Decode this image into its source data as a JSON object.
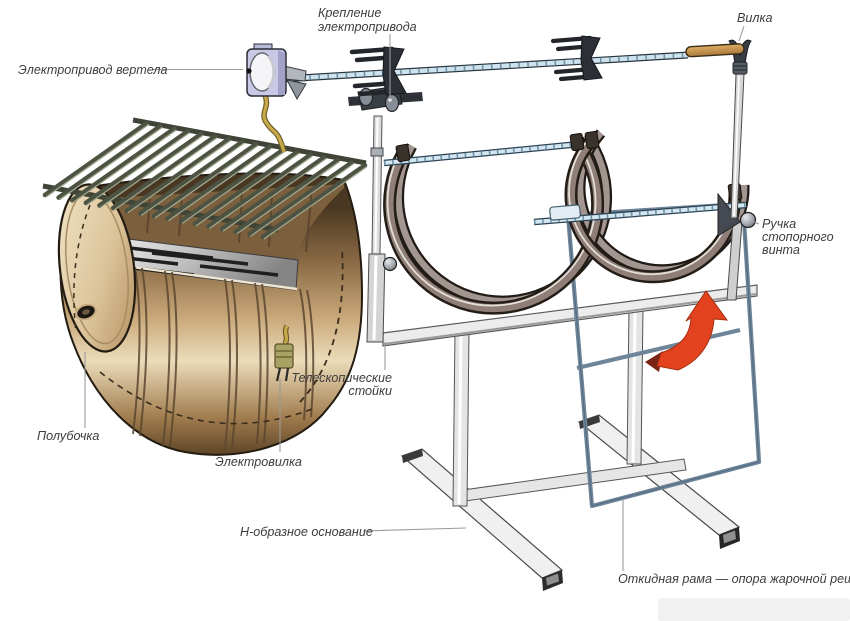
{
  "figure_type": "technical-diagram",
  "subject": "barrel-grill-with-electric-rotisserie",
  "labels": {
    "drive_mount_line1": "Крепление",
    "drive_mount_line2": "электропривода",
    "fork": "Вилка",
    "spit_drive": "Электропривод вертела",
    "lock_knob_line1": "Ручка",
    "lock_knob_line2": "стопорного",
    "lock_knob_line3": "винта",
    "telescopic_line1": "Телескопические",
    "telescopic_line2": "стойки",
    "half_barrel": "Полубочка",
    "power_plug": "Электровилка",
    "h_base": "Н-образное основание",
    "folding_frame": "Откидная рама — опора жарочной решётки"
  },
  "colors": {
    "background": "#ffffff",
    "label_text": "#3d3d3d",
    "leader_line": "#9b9b9b",
    "barrel_bronze": "#c2a176",
    "barrel_highlight": "#ecdcba",
    "grate_bar": "#4d5342",
    "spit_rod_blue": "#cfe3ee",
    "motor_lavender": "#c9c9e6",
    "cord_yellow": "#c6a94c",
    "frame_steel_blue": "#6e8499",
    "stand_metal": "#dcdcdc",
    "cradle_band": "#8f7f78",
    "arrow_red": "#e2421d",
    "handle_wood": "#c79150"
  }
}
